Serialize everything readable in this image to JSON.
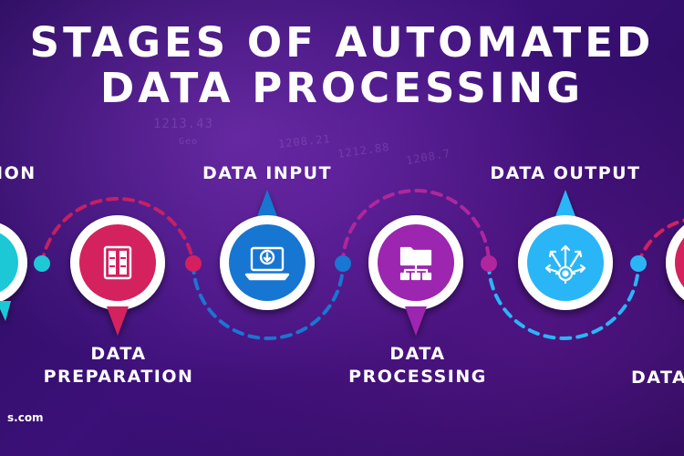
{
  "title": {
    "line1": "STAGES OF AUTOMATED",
    "line2": "DATA PROCESSING"
  },
  "stages": [
    {
      "label_top": "",
      "label_bottom": "ION",
      "color": "#1fc8d6",
      "icon": "partial-icon"
    },
    {
      "label_top": "",
      "label_bottom": "DATA\nPREPARATION",
      "color": "#d4205f",
      "icon": "file-cabinet-icon"
    },
    {
      "label_top": "DATA INPUT",
      "label_bottom": "",
      "color": "#1976d2",
      "icon": "laptop-download-icon"
    },
    {
      "label_top": "",
      "label_bottom": "DATA\nPROCESSING",
      "color": "#9c27b0",
      "icon": "folder-network-icon"
    },
    {
      "label_top": "DATA OUTPUT",
      "label_bottom": "",
      "color": "#29b6f6",
      "icon": "gear-arrows-icon"
    },
    {
      "label_top": "",
      "label_bottom": "DATA",
      "color": "#d4205f",
      "icon": "partial-icon"
    }
  ],
  "background_numbers": [
    "1213.43",
    "Geo",
    "1208.21",
    "1212.88",
    "1208.7"
  ],
  "footer": {
    "text": "s.com"
  }
}
